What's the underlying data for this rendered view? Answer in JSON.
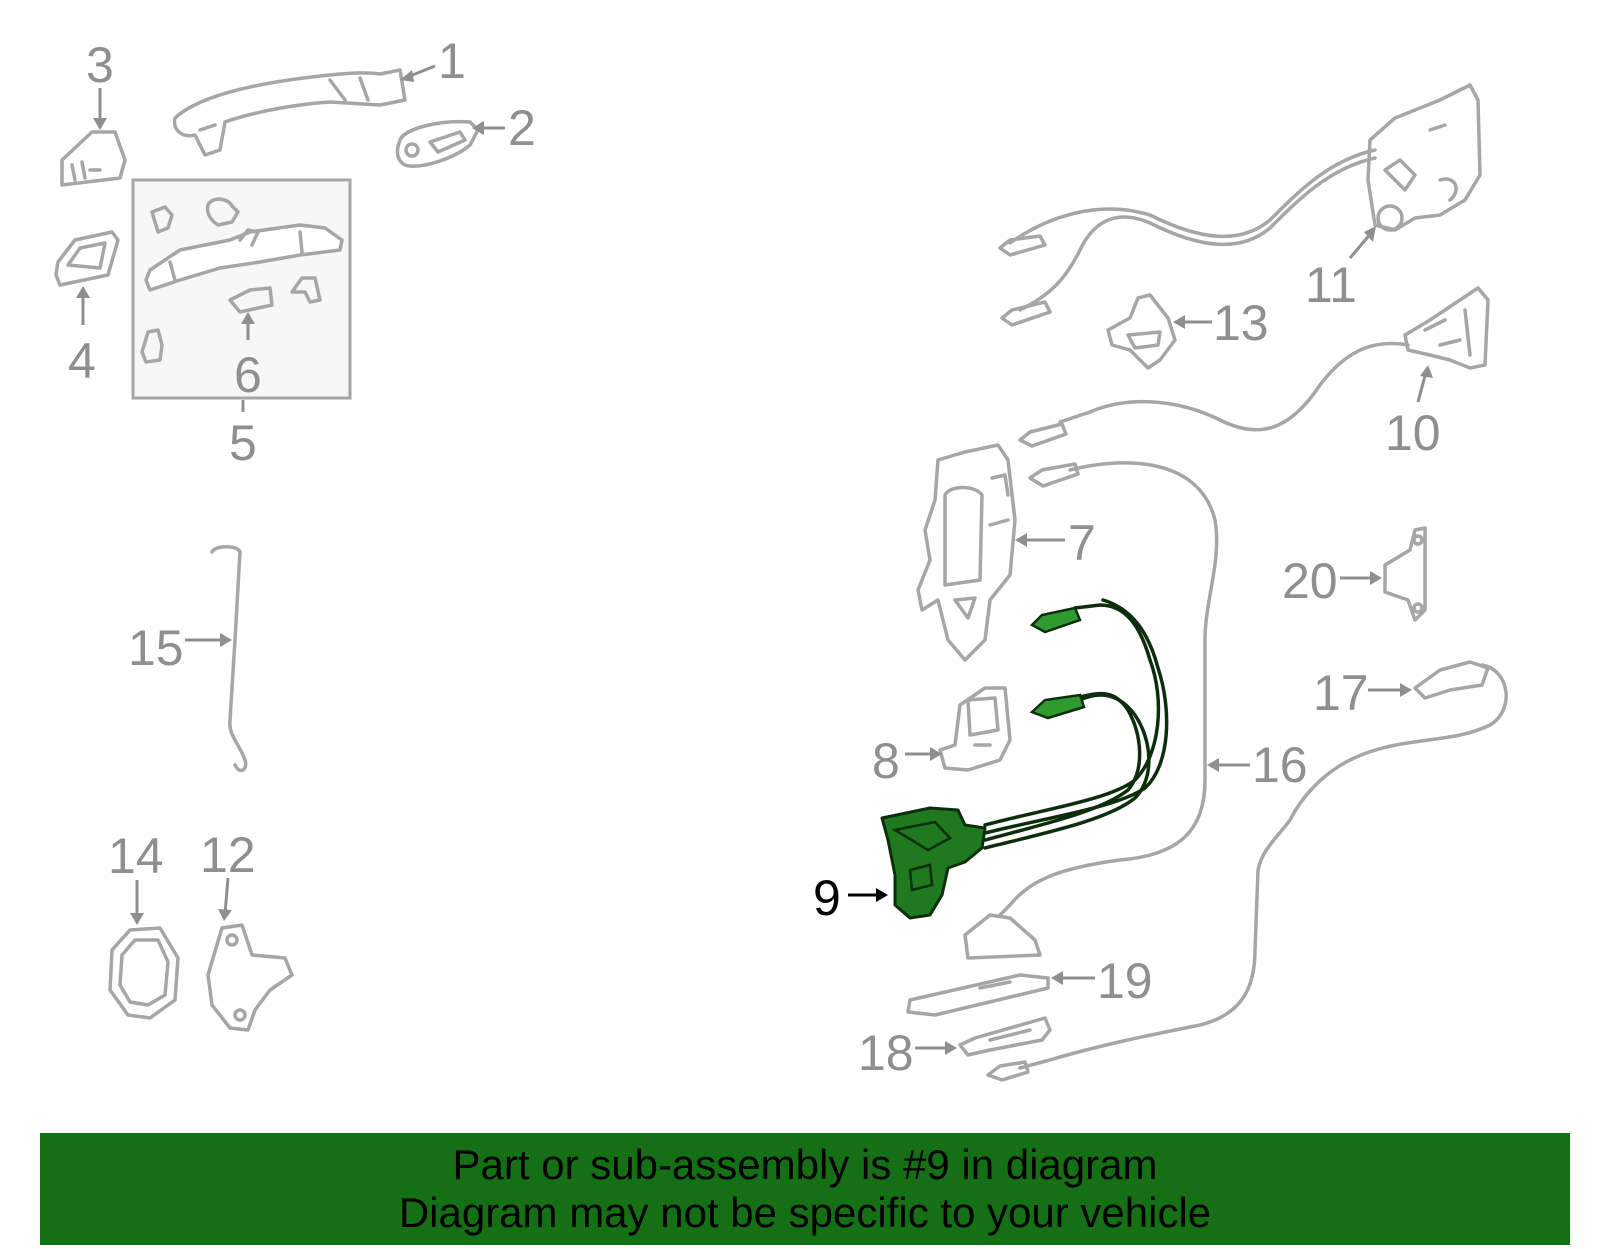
{
  "diagram": {
    "highlight_color": "#1f7a1f",
    "part_color": "#a6a6a6",
    "callouts": [
      {
        "id": "1",
        "label": "1"
      },
      {
        "id": "2",
        "label": "2"
      },
      {
        "id": "3",
        "label": "3"
      },
      {
        "id": "4",
        "label": "4"
      },
      {
        "id": "5",
        "label": "5"
      },
      {
        "id": "6",
        "label": "6"
      },
      {
        "id": "7",
        "label": "7"
      },
      {
        "id": "8",
        "label": "8"
      },
      {
        "id": "9",
        "label": "9"
      },
      {
        "id": "10",
        "label": "10"
      },
      {
        "id": "11",
        "label": "11"
      },
      {
        "id": "12",
        "label": "12"
      },
      {
        "id": "13",
        "label": "13"
      },
      {
        "id": "14",
        "label": "14"
      },
      {
        "id": "15",
        "label": "15"
      },
      {
        "id": "16",
        "label": "16"
      },
      {
        "id": "17",
        "label": "17"
      },
      {
        "id": "18",
        "label": "18"
      },
      {
        "id": "19",
        "label": "19"
      },
      {
        "id": "20",
        "label": "20"
      }
    ],
    "highlighted_part": "9"
  },
  "banner": {
    "background": "#157015",
    "line1": "Part or sub-assembly is #9 in diagram",
    "line2": "Diagram may not be specific to your vehicle"
  }
}
